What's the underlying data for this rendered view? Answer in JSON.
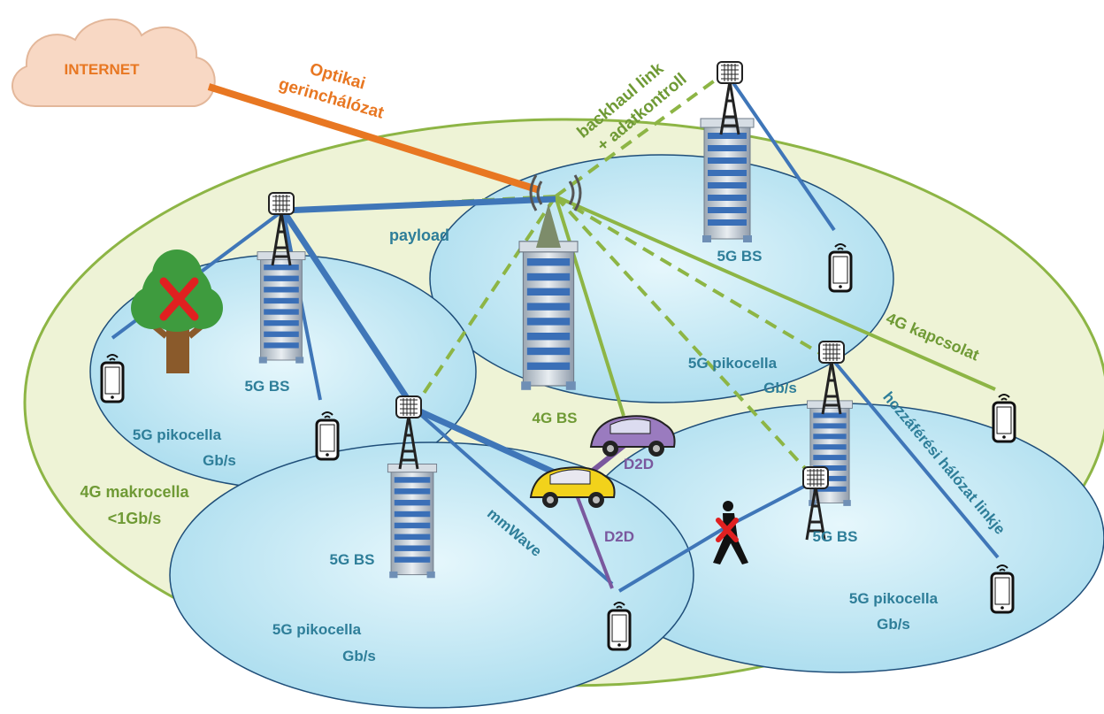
{
  "colors": {
    "orange": "#e87722",
    "green": "#8db545",
    "darkgreen": "#6f9a35",
    "blue": "#3f76b8",
    "teal": "#2e7e99",
    "purple": "#7a589e",
    "macro_fill": "#eef3d6",
    "macro_stroke": "#8db545",
    "pico_fill": "#c9ebf5",
    "pico_stroke": "#1f4e79",
    "cloud": "#f8d8c4"
  },
  "labels": {
    "internet": "INTERNET",
    "optical_line1": "Optikai",
    "optical_line2": "gerinchálózat",
    "backhaul_line1": "backhaul link",
    "backhaul_line2": "+ adatkontroll",
    "payload": "payload",
    "bs_top": "5G BS",
    "bs_left": "5G BS",
    "bs_bottom": "5G BS",
    "bs_right": "5G BS",
    "bs_4g": "4G BS",
    "pico_center_line1": "5G pikocella",
    "pico_center_line2": "Gb/s",
    "pico_left_line1": "5G pikocella",
    "pico_left_line2": "Gb/s",
    "pico_bottom_line1": "5G pikocella",
    "pico_bottom_line2": "Gb/s",
    "pico_right_line1": "5G pikocella",
    "pico_right_line2": "Gb/s",
    "macro_line1": "4G makrocella",
    "macro_line2": "<1Gb/s",
    "conn_4g": "4G kapcsolat",
    "access_link": "hozzáférési hálózat linkje",
    "mmwave": "mmWave",
    "d2d_top": "D2D",
    "d2d_bottom": "D2D"
  }
}
